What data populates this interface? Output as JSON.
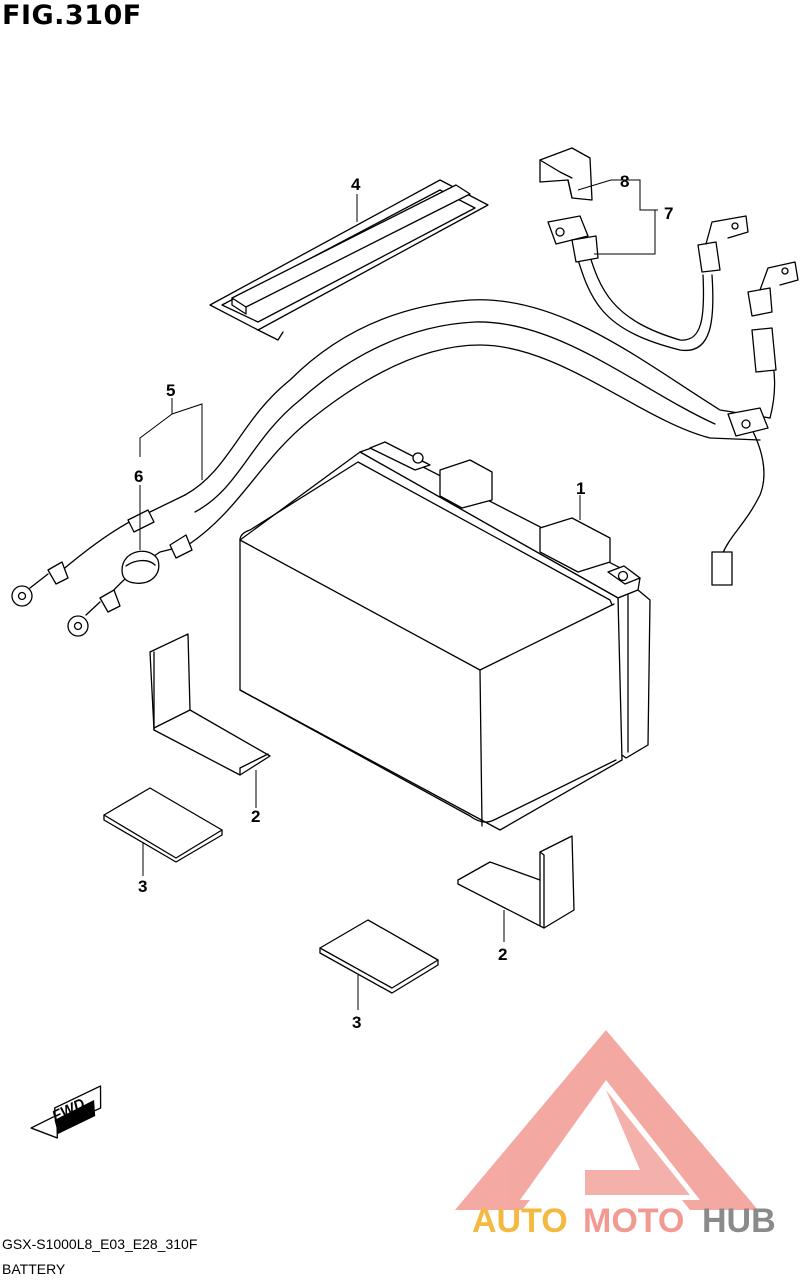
{
  "figure": {
    "title": "FIG.310F",
    "code": "GSX-S1000L8_E03_E28_310F",
    "caption": "BATTERY"
  },
  "callouts": [
    "1",
    "2",
    "2",
    "3",
    "3",
    "4",
    "5",
    "6",
    "7",
    "8"
  ],
  "fwd_label": "FWD",
  "watermark": {
    "part1": "AUTO",
    "part2": "MOTO",
    "part3": "HUB",
    "color_primary": "#f29a92",
    "color_accent": "#f5b942",
    "color_dark": "#8a8a8a"
  }
}
